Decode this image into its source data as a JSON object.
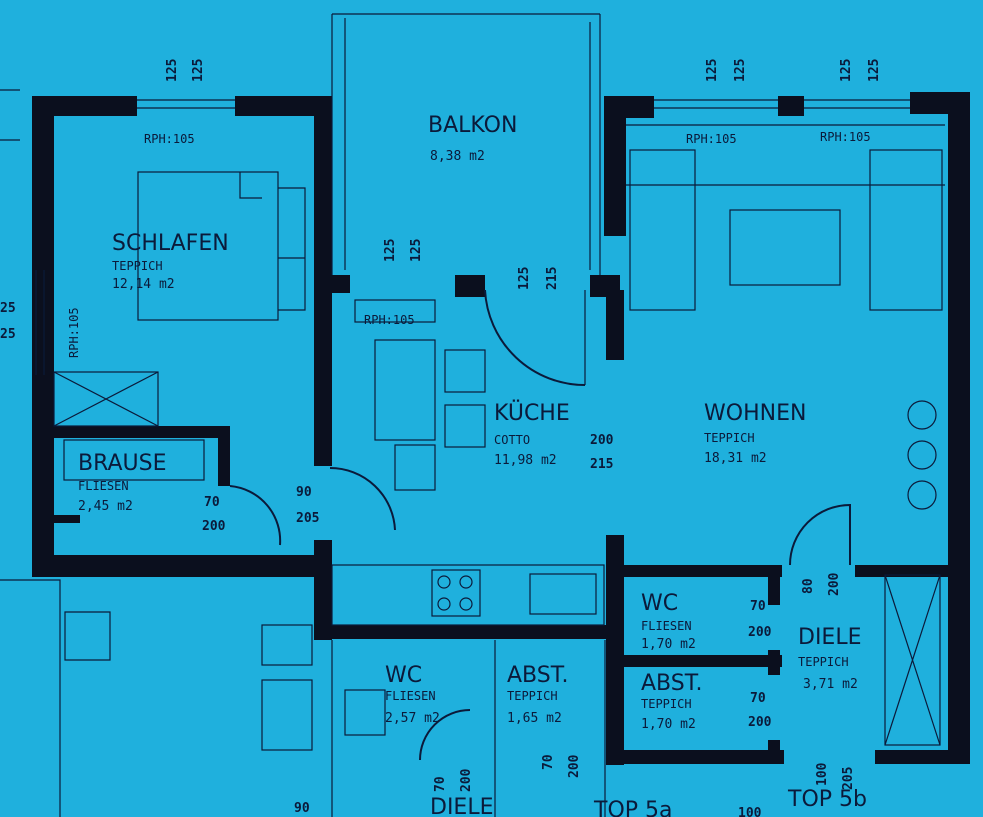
{
  "rooms": {
    "schlafen": {
      "name": "SCHLAFEN",
      "floor": "TEPPICH",
      "area": "12,14 m2"
    },
    "balkon": {
      "name": "BALKON",
      "area": "8,38 m2"
    },
    "kueche": {
      "name": "KÜCHE",
      "floor": "COTTO",
      "area": "11,98 m2"
    },
    "wohnen": {
      "name": "WOHNEN",
      "floor": "TEPPICH",
      "area": "18,31 m2"
    },
    "brause": {
      "name": "BRAUSE",
      "floor": "FLIESEN",
      "area": "2,45 m2"
    },
    "wc_5b": {
      "name": "WC",
      "floor": "FLIESEN",
      "area": "1,70 m2"
    },
    "abst_5b": {
      "name": "ABST.",
      "floor": "TEPPICH",
      "area": "1,70 m2"
    },
    "diele_5b": {
      "name": "DIELE",
      "floor": "TEPPICH",
      "area": "3,71 m2"
    },
    "wc_5a": {
      "name": "WC",
      "floor": "FLIESEN",
      "area": "2,57 m2"
    },
    "abst_5a": {
      "name": "ABST.",
      "floor": "TEPPICH",
      "area": "1,65 m2"
    },
    "diele_5a": {
      "name": "DIELE"
    }
  },
  "units": {
    "top_5a": "TOP 5a",
    "top_5b": "TOP 5b"
  },
  "rph": {
    "schlafen_top": "RPH:105",
    "schlafen_left": "RPH:105",
    "kueche_window": "RPH:105",
    "wohnen_window_1": "RPH:105",
    "wohnen_window_2": "RPH:105"
  },
  "dimensions": {
    "d125": "125",
    "d215": "215",
    "d200": "200",
    "d205": "205",
    "d90": "90",
    "d70": "70",
    "d80": "80",
    "d100": "100",
    "d25": "25"
  }
}
